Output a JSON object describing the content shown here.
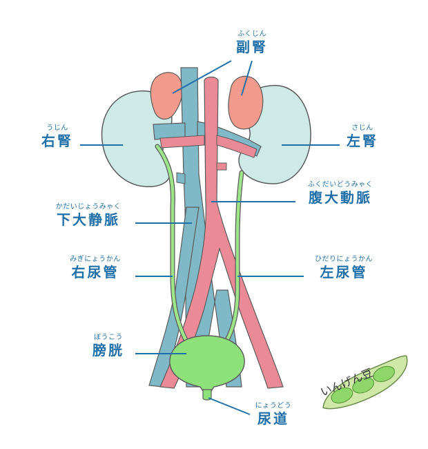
{
  "labels": {
    "adrenal": {
      "ruby": "ふくじん",
      "text": "副腎"
    },
    "right_kidney": {
      "ruby": "うじん",
      "text": "右腎"
    },
    "left_kidney": {
      "ruby": "さじん",
      "text": "左腎"
    },
    "aorta": {
      "ruby": "ふくだいどうみゃく",
      "text": "腹大動脈"
    },
    "ivc": {
      "ruby": "かだいじょうみゃく",
      "text": "下大静脈"
    },
    "r_ureter": {
      "ruby": "みぎにょうかん",
      "text": "右尿管"
    },
    "l_ureter": {
      "ruby": "ひだりにょうかん",
      "text": "左尿管"
    },
    "bladder": {
      "ruby": "ぼうこう",
      "text": "膀胱"
    },
    "urethra": {
      "ruby": "にょうどう",
      "text": "尿道"
    }
  },
  "beans_caption": "いんげん豆",
  "colors": {
    "kidney": "#cdeae6",
    "kidney_stroke": "#5a5a5a",
    "adrenal": "#f29a8c",
    "vein": "#7fb8c6",
    "artery": "#ea8a96",
    "ureter": "#9ee58a",
    "bladder": "#8ee07a",
    "label": "#1f6fa8",
    "bean_pod": "#cfe8a8",
    "bean": "#8fd66a"
  }
}
